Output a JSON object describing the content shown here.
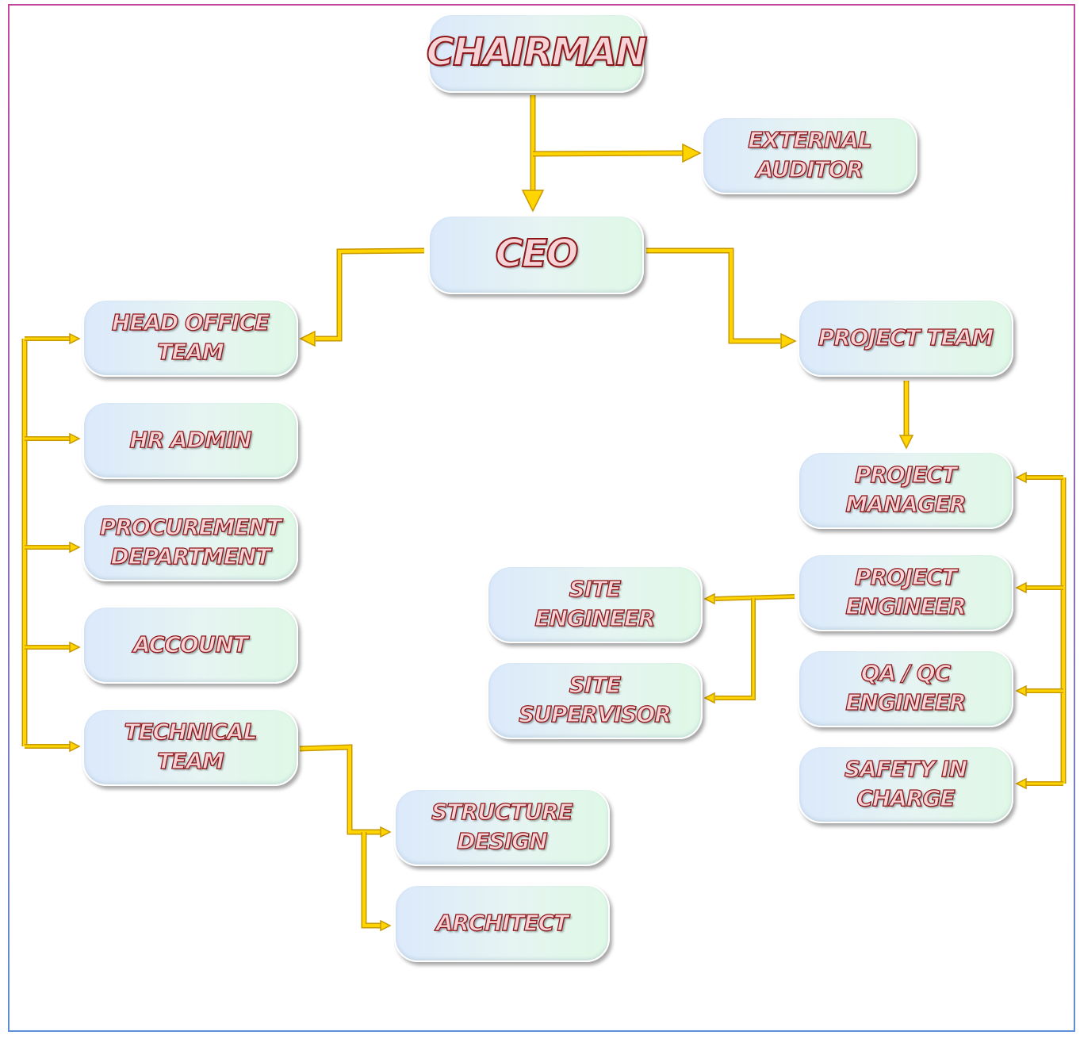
{
  "colors": {
    "connector_fill": "#ffd400",
    "connector_stroke": "#c79800",
    "label_stroke": "#8e1518"
  },
  "nodes": {
    "chairman": {
      "lines": [
        "CHAIRMAN"
      ]
    },
    "external_auditor": {
      "lines": [
        "EXTERNAL",
        "AUDITOR"
      ]
    },
    "ceo": {
      "lines": [
        "CEO"
      ]
    },
    "head_office_team": {
      "lines": [
        "HEAD OFFICE",
        "TEAM"
      ]
    },
    "hr_admin": {
      "lines": [
        "HR ADMIN"
      ]
    },
    "procurement_department": {
      "lines": [
        "PROCUREMENT",
        "DEPARTMENT"
      ]
    },
    "account": {
      "lines": [
        "ACCOUNT"
      ]
    },
    "technical_team": {
      "lines": [
        "TECHNICAL",
        "TEAM"
      ]
    },
    "structure_design": {
      "lines": [
        "STRUCTURE",
        "DESIGN"
      ]
    },
    "architect": {
      "lines": [
        "ARCHITECT"
      ]
    },
    "project_team": {
      "lines": [
        "PROJECT TEAM"
      ]
    },
    "project_manager": {
      "lines": [
        "PROJECT",
        "MANAGER"
      ]
    },
    "project_engineer": {
      "lines": [
        "PROJECT",
        "ENGINEER"
      ]
    },
    "qa_qc_engineer": {
      "lines": [
        "QA / QC",
        "ENGINEER"
      ]
    },
    "safety_in_charge": {
      "lines": [
        "SAFETY IN",
        "CHARGE"
      ]
    },
    "site_engineer": {
      "lines": [
        "SITE",
        "ENGINEER"
      ]
    },
    "site_supervisor": {
      "lines": [
        "SITE",
        "SUPERVISOR"
      ]
    }
  }
}
